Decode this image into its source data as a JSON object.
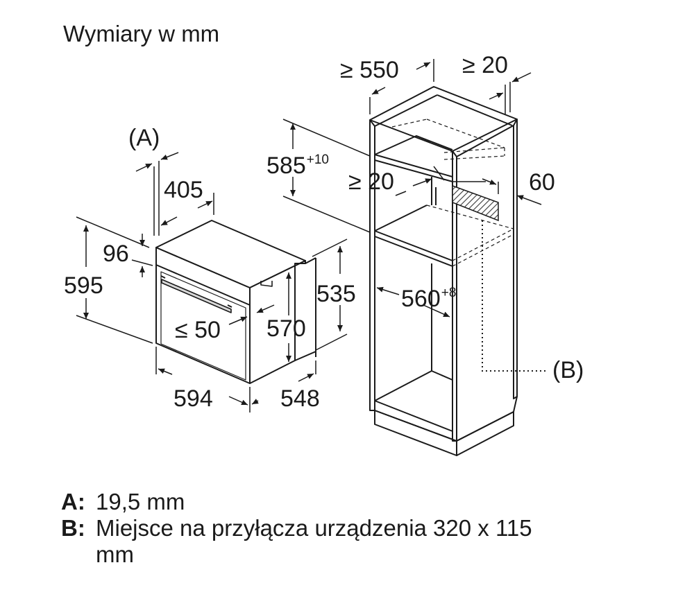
{
  "title": "Wymiary w mm",
  "dimensions": {
    "oven_width": "594",
    "oven_depth": "548",
    "oven_height": "595",
    "front_panel_height": "96",
    "top_depth": "405",
    "recess_depth": "≤ 50",
    "body_height": "570",
    "body_depth_height": "535",
    "niche_height": "585",
    "niche_height_tol": "+10",
    "niche_width": "560",
    "niche_width_tol": "+8",
    "cabinet_depth": "≥ 550",
    "back_gap": "≥ 20",
    "shelf_gap": "≥ 20",
    "vent_width": "60"
  },
  "markers": {
    "a": "(A)",
    "b": "(B)"
  },
  "legend": [
    {
      "key": "A:",
      "text": "19,5 mm"
    },
    {
      "key": "B:",
      "text": "Miejsce na przyłącza urządzenia 320 x 115 mm"
    }
  ]
}
